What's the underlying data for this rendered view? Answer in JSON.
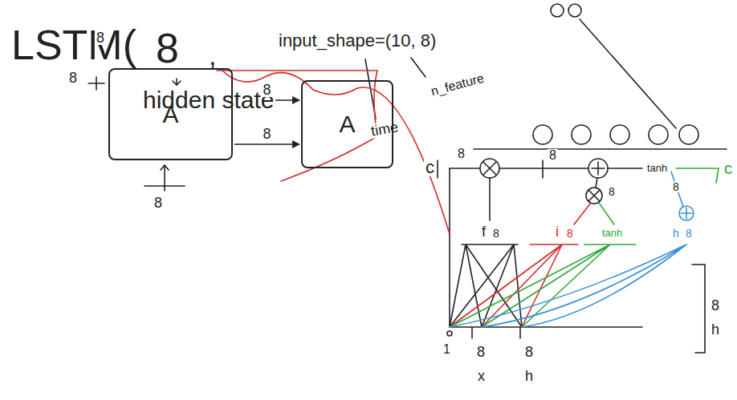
{
  "diagram": {
    "nodes": [
      {
        "text": [
          "A"
        ]
      },
      {
        "text": [
          "A"
        ]
      }
    ],
    "edges": [
      {
        "from": 0,
        "to": 1,
        "label": "8",
        "arrow": "to"
      },
      {
        "from": 0,
        "to": 1,
        "label": "8",
        "arrow": "to"
      }
    ],
    "labels": [
      "LSTM(",
      "8",
      ",",
      "input_shape=(10, 8)",
      "hidden state",
      "time",
      "n_feature",
      "8",
      "8",
      "8",
      "c",
      "8",
      "8",
      "8",
      "tanh",
      "c",
      "8",
      "f",
      "8",
      "i",
      "8",
      "tanh",
      "h",
      "8",
      "1",
      "8",
      "8",
      "x",
      "h",
      "8",
      "h"
    ]
  }
}
